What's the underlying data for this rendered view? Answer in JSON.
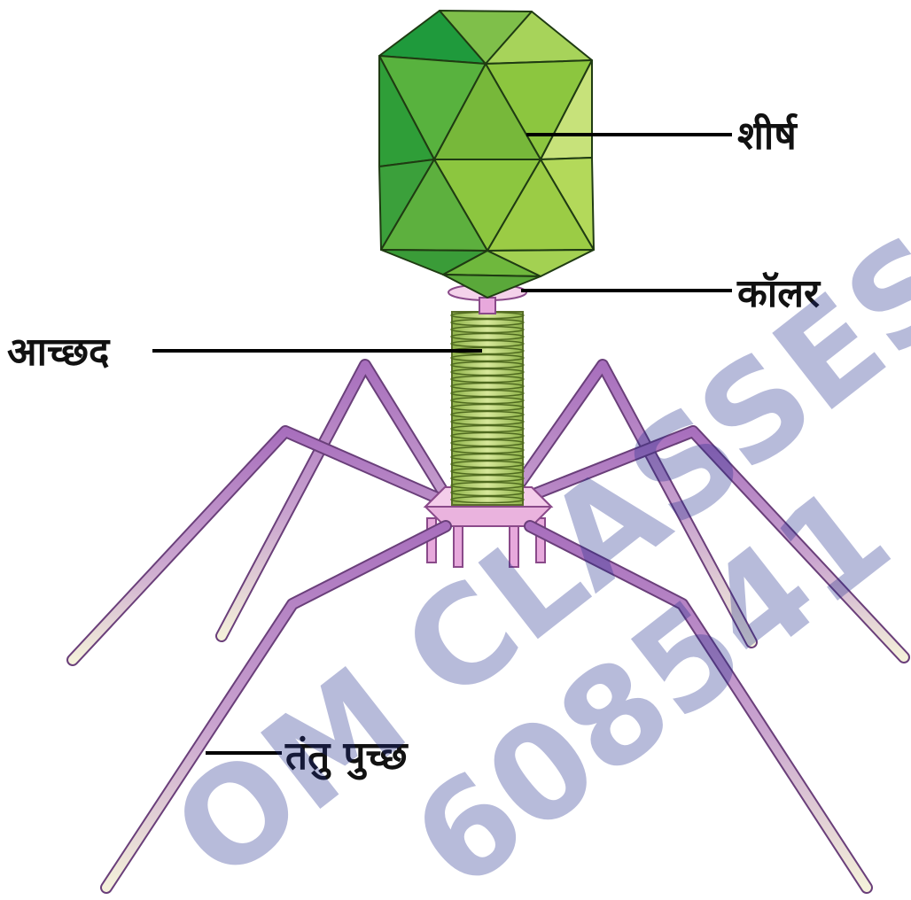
{
  "diagram": {
    "labels": {
      "head": "शीर्ष",
      "collar": "कॉलर",
      "sheath": "आच्छद",
      "tail_fibres": "तंतु पुच्छ"
    }
  },
  "watermark": {
    "line1": "OM CLASSES",
    "line2": "608541"
  },
  "colors": {
    "head_green": "#8cc63f",
    "head_dark_green": "#2e9a3a",
    "sheath_green": "#b7d36b",
    "collar_pink": "#f3c6e6",
    "baseplate_pink": "#e7a9dc",
    "fibre_purple": "#b07ac0",
    "fibre_tip": "#f3f0d8",
    "watermark_blue": "#1f2a8c"
  }
}
